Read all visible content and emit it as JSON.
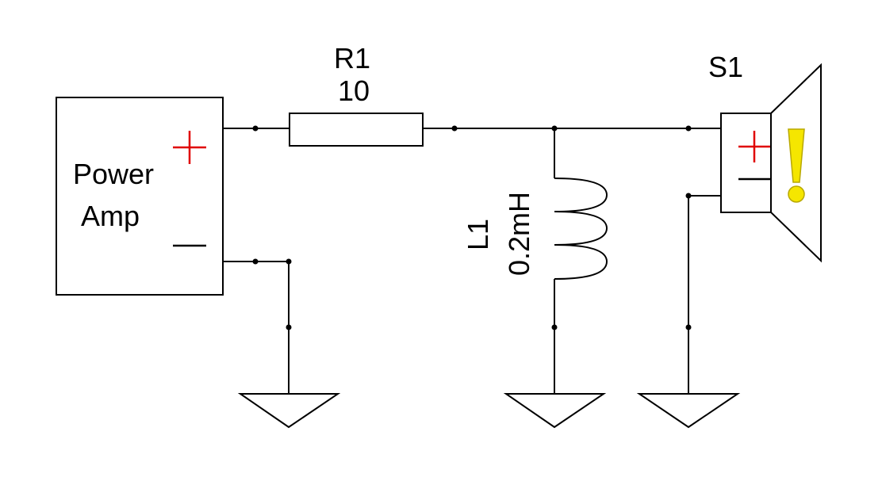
{
  "components": {
    "amp": {
      "label_line1": "Power",
      "label_line2": "Amp",
      "plus": "+",
      "minus": "—"
    },
    "r1": {
      "ref": "R1",
      "value": "10"
    },
    "l1": {
      "ref": "L1",
      "value": "0.2mH"
    },
    "s1": {
      "ref": "S1",
      "plus": "+",
      "minus": "—",
      "warning": "!"
    }
  },
  "colors": {
    "line": "#000000",
    "plus_sign": "#e00000",
    "warning_fill": "#f5e600",
    "warning_stroke": "#b8a800"
  }
}
